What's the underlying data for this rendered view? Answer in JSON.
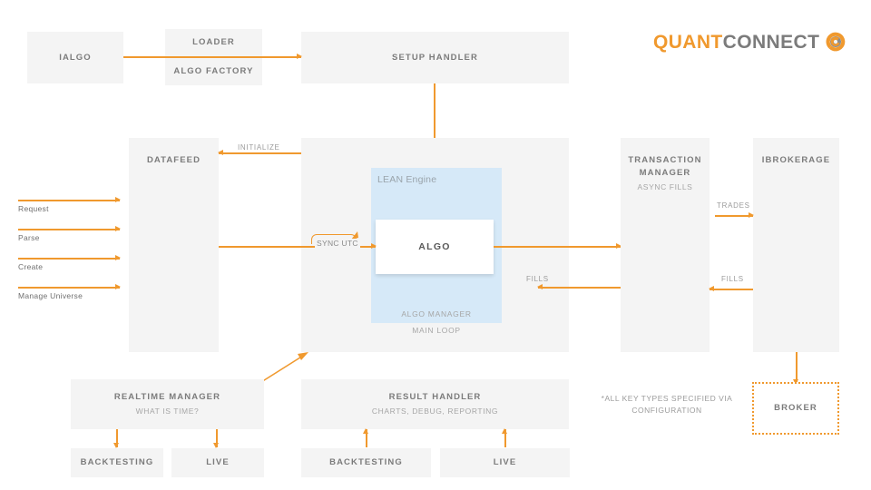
{
  "brand": {
    "name_part1": "QUANT",
    "name_part2": "CONNECT",
    "logo_icon": "quantconnect-logo-icon",
    "accent_color": "#f0992e",
    "gray_color": "#7b7b7b"
  },
  "nodes": {
    "ialgo": {
      "title": "IALGO"
    },
    "loader": {
      "title": "LOADER"
    },
    "algo_factory": {
      "title": "ALGO FACTORY"
    },
    "setup_handler": {
      "title": "SETUP HANDLER"
    },
    "datafeed": {
      "title": "DATAFEED"
    },
    "lean_engine": {
      "title": "LEAN Engine"
    },
    "algo": {
      "title": "ALGO"
    },
    "algo_manager": {
      "title": "ALGO MANAGER"
    },
    "main_loop": {
      "title": "MAIN LOOP"
    },
    "transaction_manager": {
      "title": "TRANSACTION MANAGER",
      "subtitle": "ASYNC FILLS"
    },
    "ibrokerage": {
      "title": "IBROKERAGE"
    },
    "broker": {
      "title": "BROKER"
    },
    "realtime_manager": {
      "title": "REALTIME MANAGER",
      "subtitle": "WHAT IS TIME?"
    },
    "result_handler": {
      "title": "RESULT HANDLER",
      "subtitle": "CHARTS, DEBUG, REPORTING"
    },
    "rt_backtesting": {
      "title": "BACKTESTING"
    },
    "rt_live": {
      "title": "LIVE"
    },
    "rh_backtesting": {
      "title": "BACKTESTING"
    },
    "rh_live": {
      "title": "LIVE"
    }
  },
  "edges": {
    "initialize": "INITIALIZE",
    "sync_utc": "SYNC UTC",
    "trades": "TRADES",
    "fills_brokerage": "FILLS",
    "fills_transaction": "FILLS"
  },
  "inputs": [
    {
      "label": "Request"
    },
    {
      "label": "Parse"
    },
    {
      "label": "Create"
    },
    {
      "label": "Manage Universe"
    }
  ],
  "note": {
    "line1": "*ALL KEY TYPES SPECIFIED VIA",
    "line2": "CONFIGURATION"
  }
}
